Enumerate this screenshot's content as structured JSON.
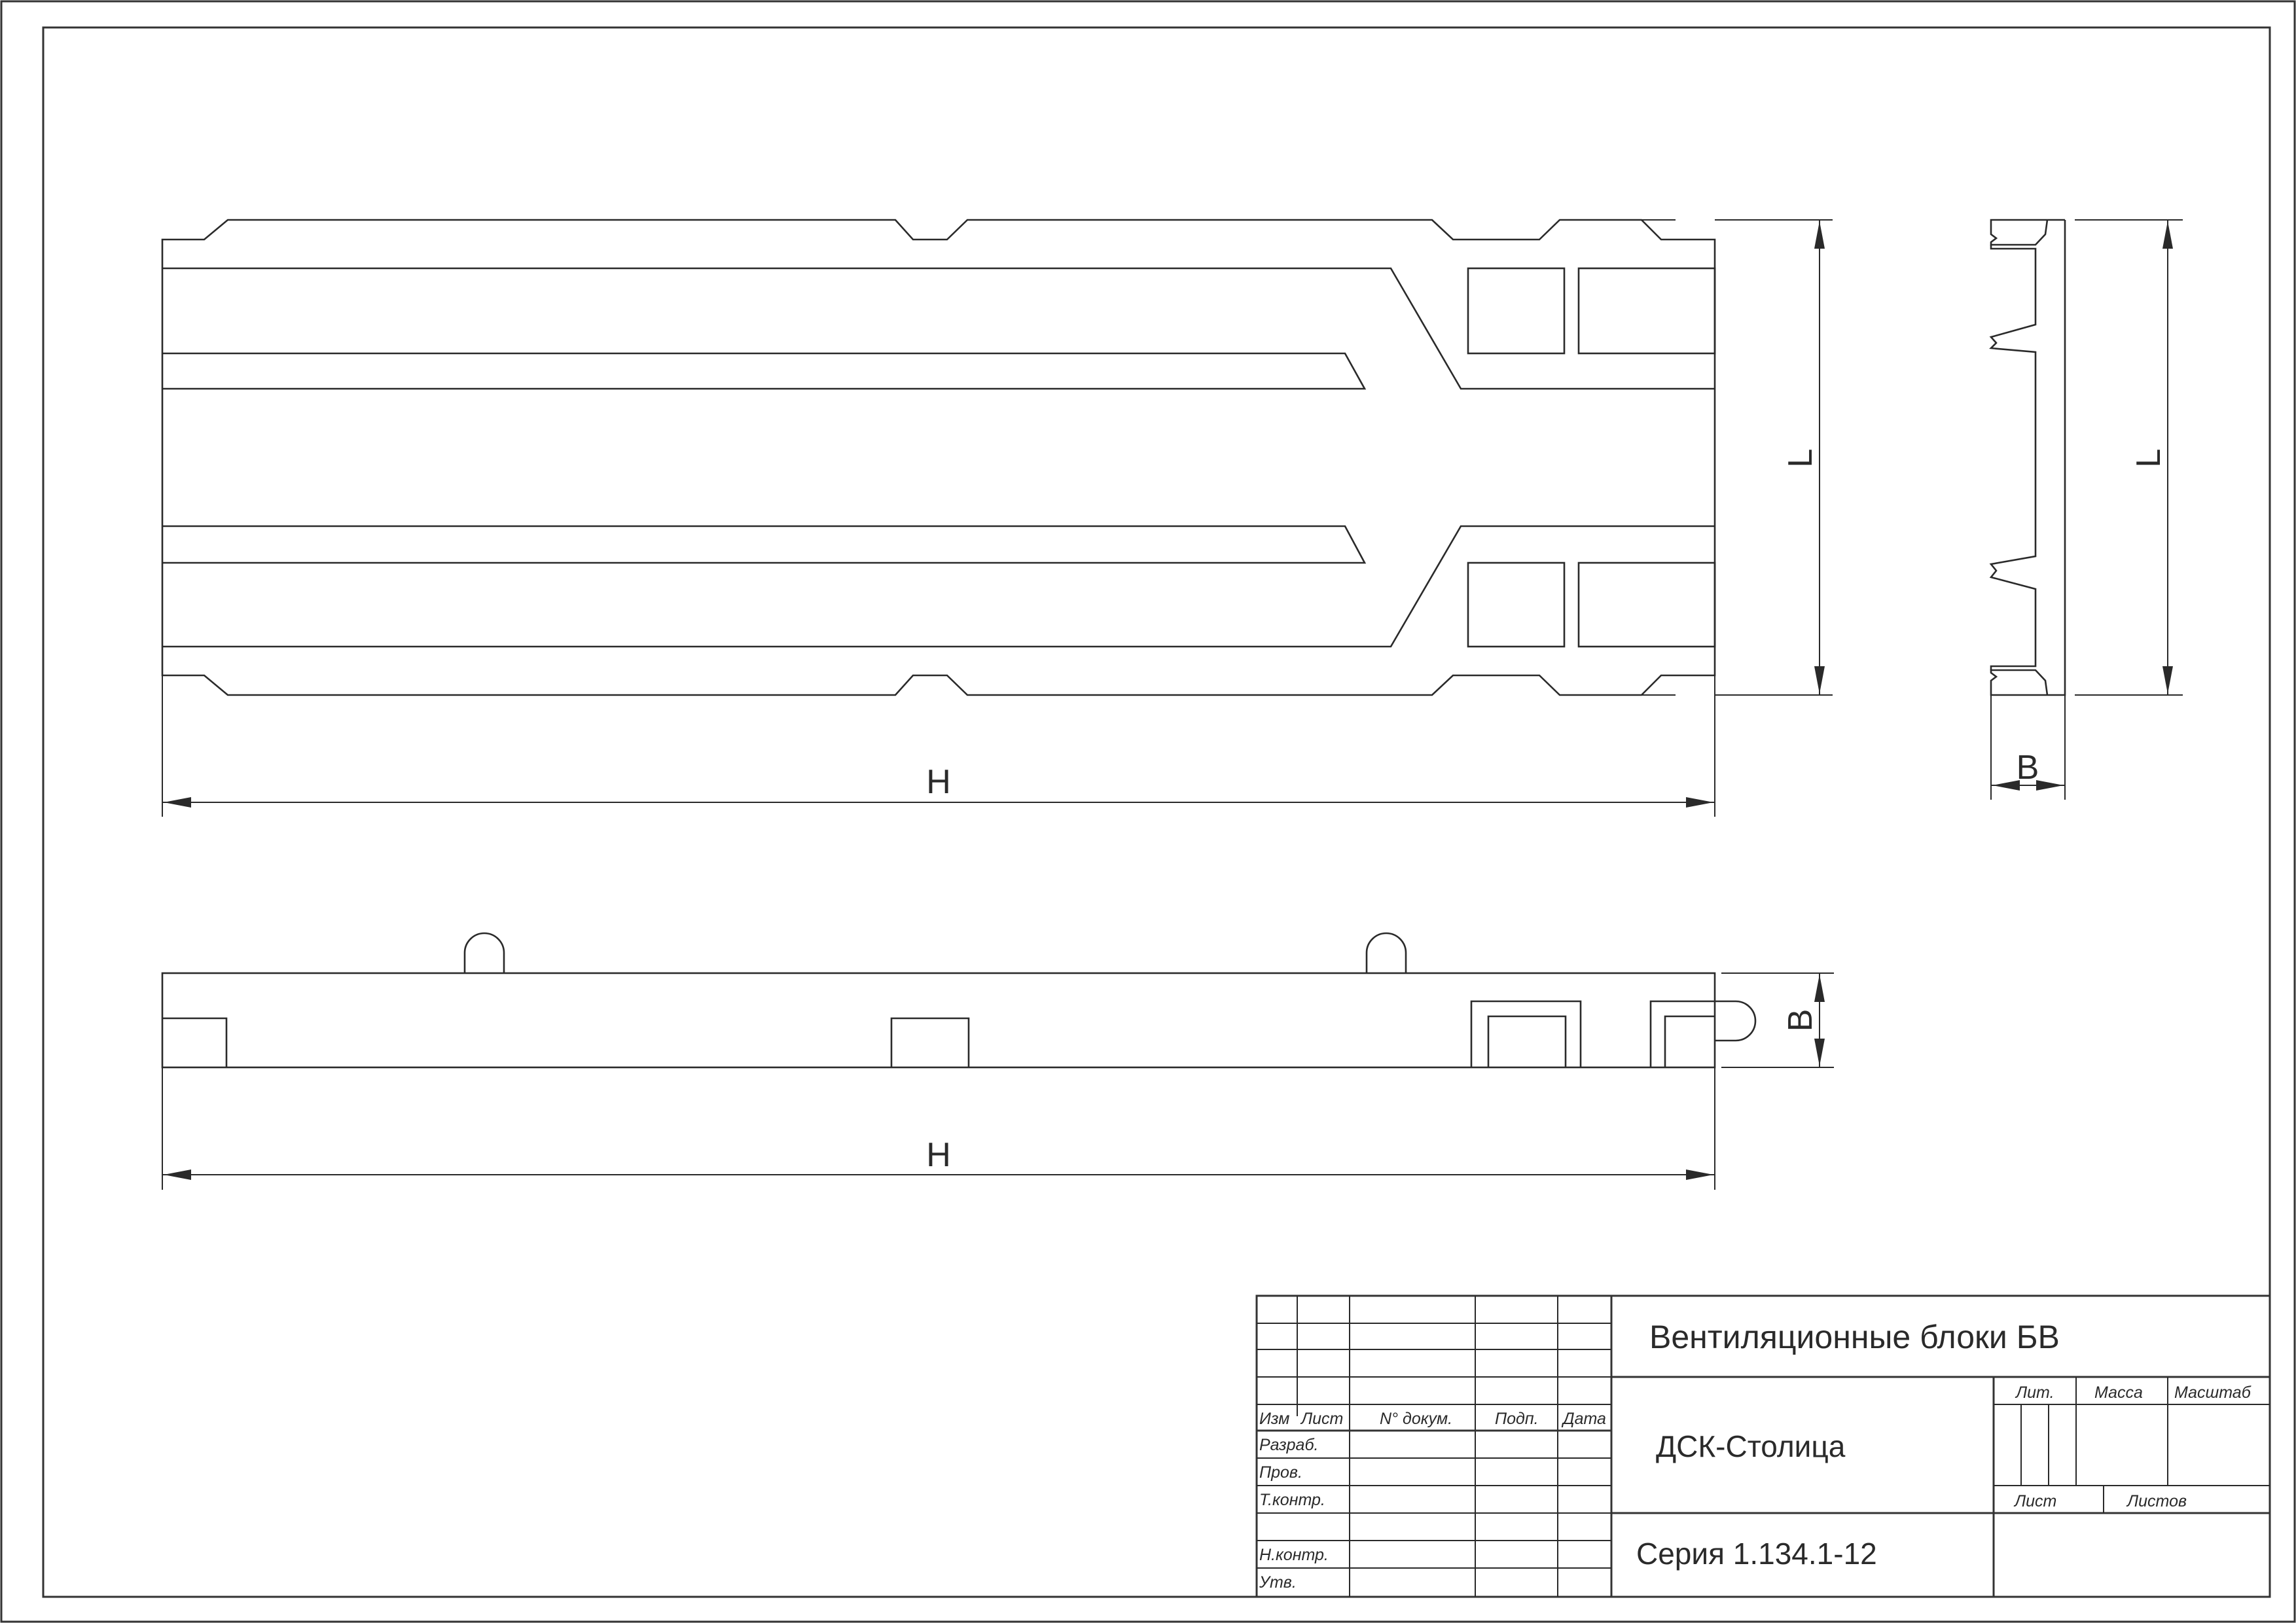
{
  "dimensions": {
    "top_view_length": "L",
    "top_view_height": "H",
    "end_view_length": "L",
    "end_view_width": "B",
    "side_view_width": "B",
    "side_view_height": "H"
  },
  "title_block": {
    "title": "Вентиляционные блоки БВ",
    "organization": "ДСК-Столица",
    "series": "Серия 1.134.1-12",
    "headers": {
      "izm": "Изм",
      "list": "Лист",
      "doc_no": "N° докум.",
      "signature": "Подп.",
      "date": "Дата",
      "lit": "Лит.",
      "mass": "Масса",
      "scale": "Масштаб",
      "sheet": "Лист",
      "sheets": "Листов"
    },
    "roles": {
      "developed": "Разраб.",
      "checked": "Пров.",
      "tech_control": "Т.контр.",
      "norm_control": "Н.контр.",
      "approved": "Утв."
    }
  }
}
